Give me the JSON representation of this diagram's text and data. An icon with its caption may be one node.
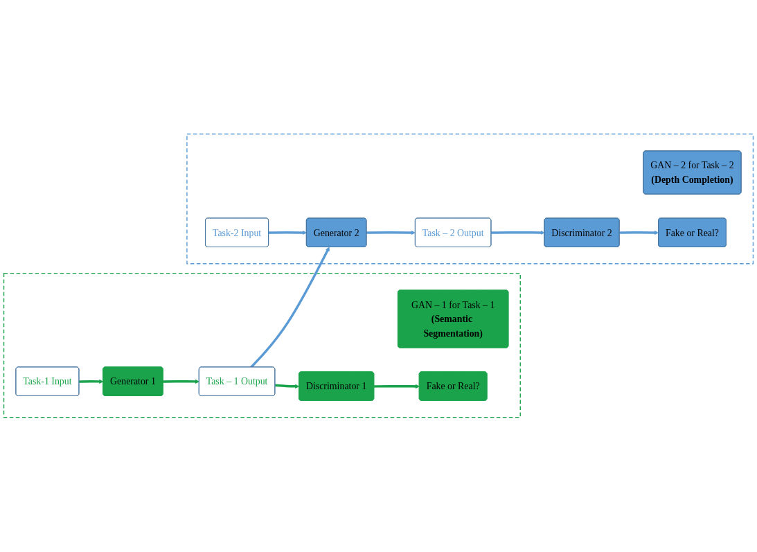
{
  "diagram": {
    "nodes": [
      {
        "text": [],
        "shape": "box"
      },
      {
        "text": [
          "GAN – 1 for Task – 1",
          "(Semantic Segmentation)"
        ],
        "in": 0
      },
      {
        "text": [
          "Task-1 Input"
        ],
        "in": 0
      },
      {
        "text": [
          "Generator 1"
        ],
        "in": 0
      },
      {
        "text": [
          "Task – 1 Output"
        ],
        "in": 0
      },
      {
        "text": [
          "Discriminator 1"
        ],
        "in": 0
      },
      {
        "text": [
          "Fake or Real?"
        ],
        "in": 0
      },
      {
        "text": [],
        "shape": "box"
      },
      {
        "text": [
          "GAN – 2 for Task – 2",
          "(Depth Completion)"
        ],
        "in": 7
      },
      {
        "text": [
          "Task-2 Input"
        ],
        "in": 7
      },
      {
        "text": [
          "Generator 2"
        ],
        "in": 7
      },
      {
        "text": [
          "Task – 2 Output"
        ],
        "in": 7
      },
      {
        "text": [
          "Discriminator 2"
        ],
        "in": 7
      },
      {
        "text": [
          "Fake or Real?"
        ],
        "in": 7
      }
    ],
    "edges": [
      {
        "from": 2,
        "to": 3,
        "arrow": "to",
        "color": "#1aa34a"
      },
      {
        "from": 3,
        "to": 4,
        "arrow": "to",
        "color": "#1aa34a"
      },
      {
        "from": 4,
        "to": 5,
        "arrow": "to",
        "color": "#1aa34a"
      },
      {
        "from": 5,
        "to": 6,
        "arrow": "to",
        "color": "#1aa34a"
      },
      {
        "from": 4,
        "to": 10,
        "arrow": "to"
      },
      {
        "from": 9,
        "to": 10,
        "arrow": "to"
      },
      {
        "from": 10,
        "to": 11,
        "arrow": "to"
      },
      {
        "from": 11,
        "to": 12,
        "arrow": "to"
      },
      {
        "from": 12,
        "to": 13,
        "arrow": "to"
      }
    ]
  }
}
